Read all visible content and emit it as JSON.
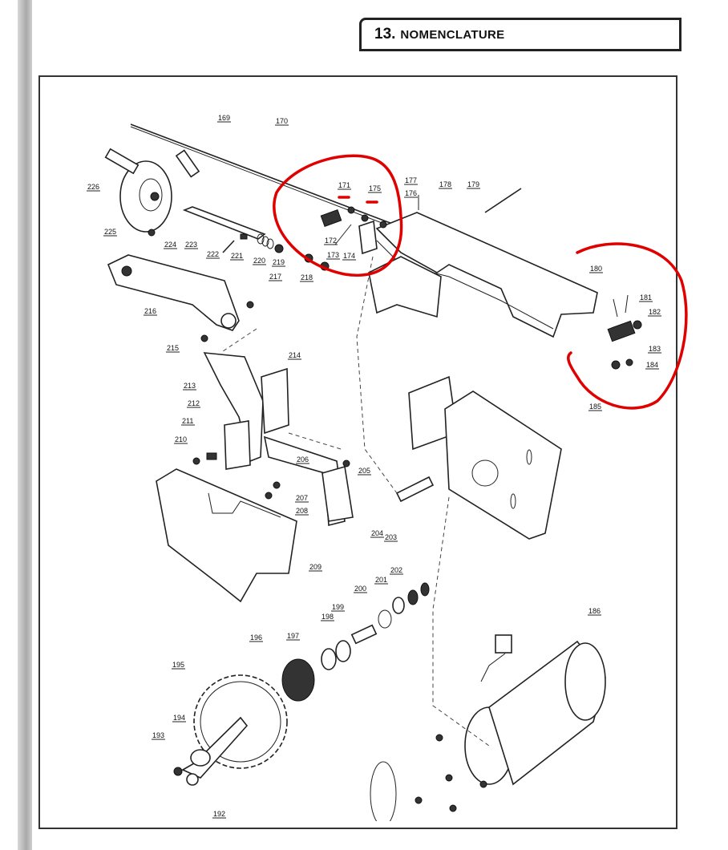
{
  "header": {
    "section_number": "13.",
    "section_title": "NOMENCLATURE"
  },
  "diagram": {
    "part_labels": [
      "169",
      "170",
      "171",
      "172",
      "173",
      "174",
      "175",
      "176",
      "177",
      "178",
      "179",
      "180",
      "181",
      "182",
      "183",
      "184",
      "185",
      "186",
      "192",
      "193",
      "194",
      "195",
      "196",
      "197",
      "198",
      "199",
      "200",
      "201",
      "202",
      "203",
      "204",
      "205",
      "206",
      "207",
      "208",
      "209",
      "210",
      "211",
      "212",
      "213",
      "214",
      "215",
      "216",
      "217",
      "218",
      "219",
      "220",
      "221",
      "222",
      "223",
      "224",
      "225",
      "226"
    ]
  },
  "colors": {
    "annotation": "#e00000",
    "line": "#222222"
  }
}
